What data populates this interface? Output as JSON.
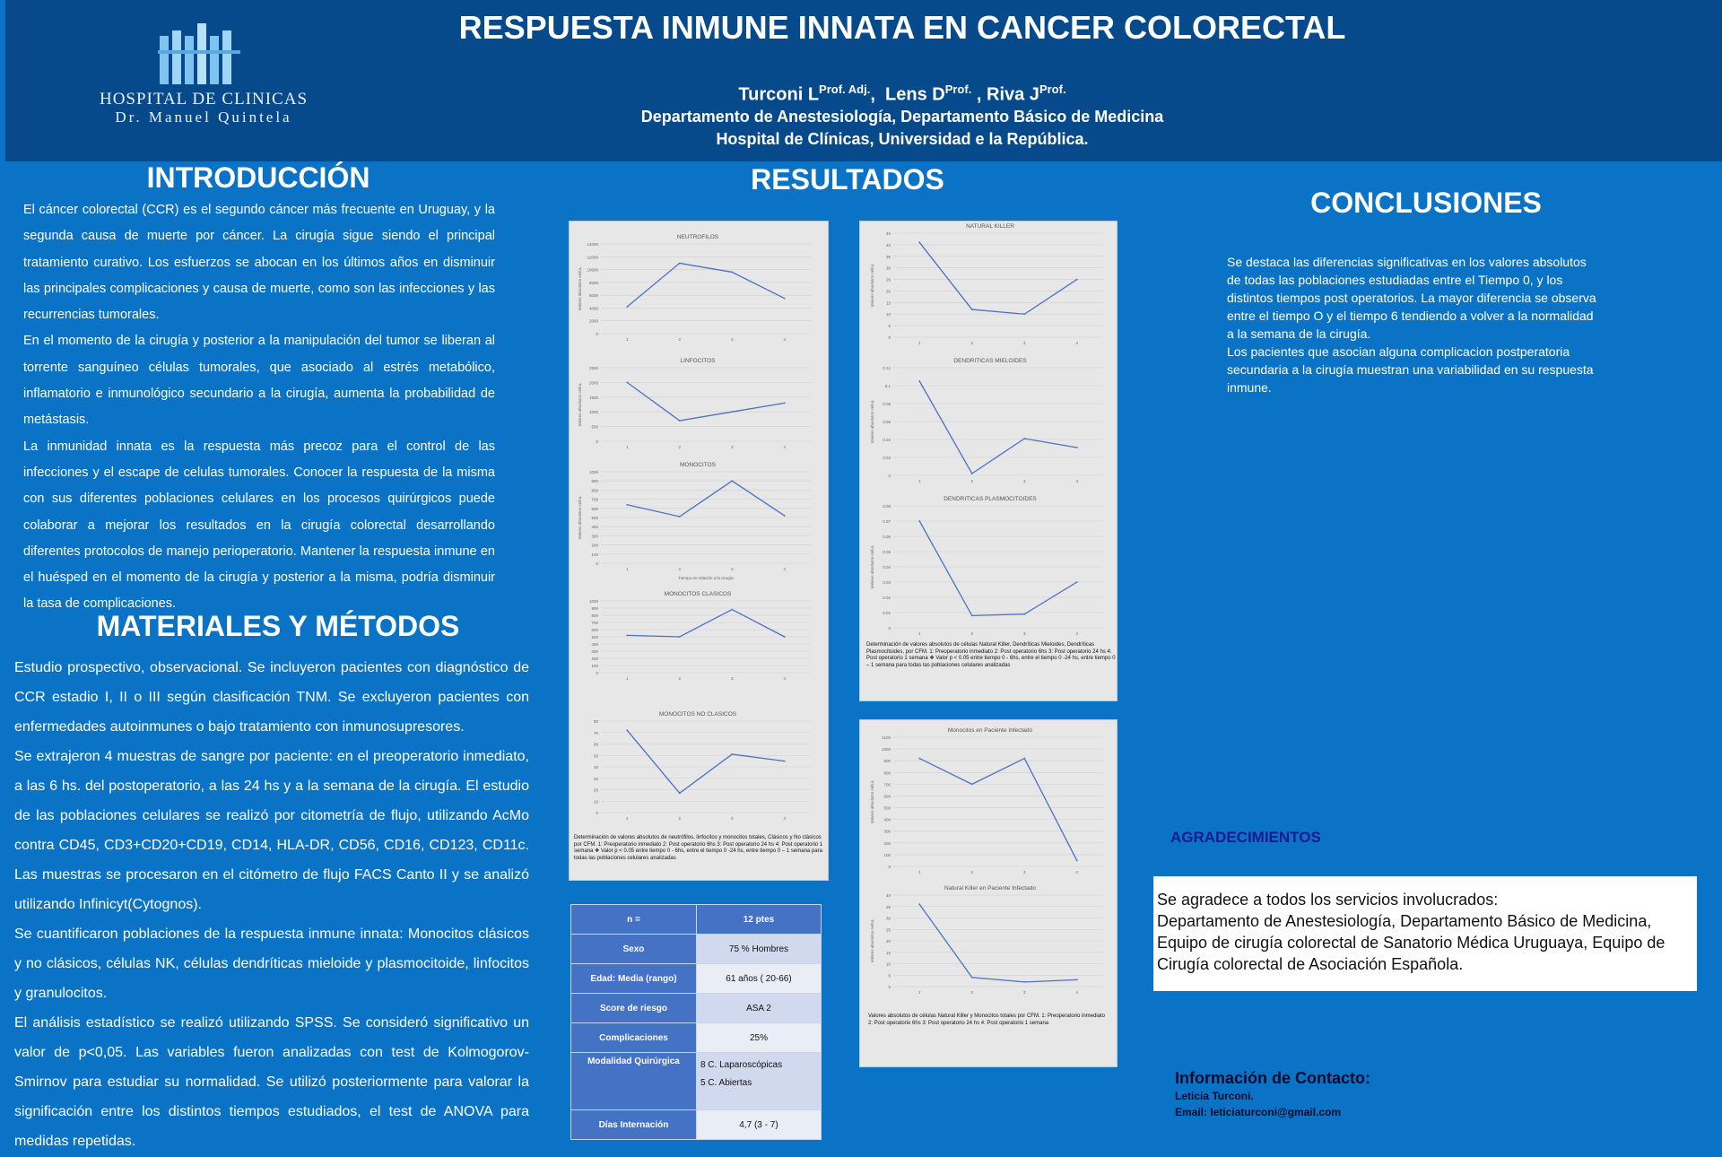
{
  "header": {
    "logo_line1": "HOSPITAL DE CLINICAS",
    "logo_line2": "Dr. Manuel Quintela",
    "title": "RESPUESTA INMUNE INNATA EN CANCER COLORECTAL",
    "author1": "Turconi L",
    "author1_sup": "Prof. Adj.",
    "author2": "Lens D",
    "author2_sup": "Prof.",
    "author3": "Riva J",
    "author3_sup": "Prof.",
    "department": "Departamento de Anestesiología, Departamento Básico de Medicina",
    "hospital": "Hospital de Clínicas, Universidad e la República."
  },
  "intro": {
    "heading": "INTRODUCCIÓN",
    "p1": "El cáncer colorectal (CCR) es el segundo cáncer más frecuente en Uruguay, y la segunda causa de muerte por cáncer. La cirugía sigue siendo el principal tratamiento curativo. Los esfuerzos se abocan en los últimos años en disminuir las principales complicaciones y causa de muerte, como son las infecciones y las recurrencias tumorales.",
    "p2": "En el momento de la cirugía y posterior a la manipulación del tumor se liberan al torrente sanguíneo células tumorales, que asociado al estrés metabólico, inflamatorio e inmunológico secundario a la cirugía, aumenta la probabilidad de metástasis.",
    "p3": "La inmunidad innata es la respuesta más precoz para el control de las infecciones y el escape de celulas tumorales.  Conocer la respuesta de la misma con sus diferentes poblaciones celulares en los procesos quirúrgicos puede colaborar a mejorar los resultados en la cirugía colorectal desarrollando diferentes protocolos de manejo perioperatorio. Mantener la respuesta inmune en el huésped en el momento de la cirugía y posterior a la misma, podría disminuir la tasa de complicaciones."
  },
  "methods": {
    "heading": "MATERIALES Y MÉTODOS",
    "p1": "Estudio prospectivo, observacional. Se incluyeron pacientes con diagnóstico de CCR estadio I, II o III según clasificación TNM. Se excluyeron pacientes con enfermedades autoinmunes o bajo tratamiento con inmunosupresores.",
    "p2": "Se extrajeron 4 muestras de sangre por paciente: en el preoperatorio inmediato, a las 6 hs. del postoperatorio, a las 24 hs y a la semana de la cirugía. El estudio de las poblaciones celulares se realizó por citometría de flujo, utilizando AcMo contra CD45, CD3+CD20+CD19, CD14, HLA-DR, CD56, CD16, CD123, CD11c. Las muestras se procesaron en el citómetro de flujo FACS Canto II y se analizó utilizando Infinicyt(Cytognos).",
    "p3": "Se cuantificaron poblaciones de la respuesta inmune innata: Monocitos clásicos y no clásicos, células NK, células dendríticas mieloide y plasmocitoide, linfocitos y granulocitos.",
    "p4": "El análisis estadístico se realizó utilizando SPSS. Se consideró significativo un valor de p<0,05. Las variables fueron analizadas con test de Kolmogorov-Smirnov para estudiar su normalidad. Se utilizó posteriormente para valorar la significación entre los distintos tiempos estudiados, el test de ANOVA para medidas repetidas."
  },
  "results": {
    "heading": "RESULTADOS",
    "panel1_caption": "Determinación de valores absolutos de neutrófilos, linfocitos y monocitos totales, Clásicos y No clásicos por CFM. 1: Preoperatorio inmediato 2: Post operatorio 6hs 3: Post operatorio 24 hs 4: Post operatorio 1 semana ❖ Valor p < 0.05 entre tiempo 0 - 6hs, entre el tiempo 0 -24 hs, entre tiempo 0 – 1 semana para todas las poblaciones celulares analizadas",
    "panel2_caption": "Determinación de valores absolutos de células Natural Killer, Dendríticas Mieloides, Dendríticas Plasmocitoides, por CFM. 1: Preoperatorio inmediato 2: Post operatorio 6hs 3: Post operatorio 24 hs 4: Post operatorio 1 semana ❖ Valor p < 0.05 entre tiempo 0 - 6hs, entre el tiempo 0 -24 hs, entre tiempo 0 – 1 semana para todas las poblaciones celulares analizadas",
    "panel3_caption": "Valores absolutos de células Natural Killer y Monocitos totales por CFM. 1: Preoperatorio inmediato 2: Post operatorio 6hs 3: Post operatorio 24 hs 4: Post operatorio 1 semana"
  },
  "chart_data": [
    {
      "type": "line",
      "title": "NEUTROFILOS",
      "categories": [
        "1",
        "2",
        "3",
        "4"
      ],
      "values": [
        4200,
        11000,
        9600,
        5500
      ],
      "ylim": [
        0,
        14000
      ],
      "yticks": [
        "0",
        "2000",
        "4000",
        "6000",
        "8000",
        "10000",
        "12000",
        "14000"
      ],
      "ylabel": "Valores absolutos cel/uL"
    },
    {
      "type": "line",
      "title": "LINFOCITOS",
      "categories": [
        "1",
        "2",
        "3",
        "4"
      ],
      "values": [
        2000,
        700,
        1000,
        1300
      ],
      "ylim": [
        0,
        2500
      ],
      "yticks": [
        "0",
        "500",
        "1000",
        "1500",
        "2000",
        "2500"
      ],
      "ylabel": "Valores absolutos cel/uL"
    },
    {
      "type": "line",
      "title": "MONOCITOS",
      "categories": [
        "1",
        "2",
        "3",
        "4"
      ],
      "values": [
        640,
        510,
        900,
        520
      ],
      "ylim": [
        0,
        1000
      ],
      "yticks": [
        "0",
        "100",
        "200",
        "300",
        "400",
        "500",
        "600",
        "700",
        "800",
        "900",
        "1000"
      ],
      "ylabel": "Valores absolutos cel/uL",
      "xlabel": "Tiempo en relación a la cirugía"
    },
    {
      "type": "line",
      "title": "MONOCITOS CLASICOS",
      "categories": [
        "1",
        "2",
        "3",
        "4"
      ],
      "values": [
        520,
        500,
        880,
        500
      ],
      "ylim": [
        0,
        1000
      ],
      "yticks": [
        "0",
        "100",
        "200",
        "300",
        "400",
        "500",
        "600",
        "700",
        "800",
        "900",
        "1000"
      ]
    },
    {
      "type": "line",
      "title": "MONOCITOS NO CLASICOS",
      "categories": [
        "1",
        "2",
        "3",
        "4"
      ],
      "values": [
        72,
        17,
        51,
        45
      ],
      "ylim": [
        0,
        80
      ],
      "yticks": [
        "0",
        "10",
        "20",
        "30",
        "40",
        "50",
        "60",
        "70",
        "80"
      ]
    },
    {
      "type": "line",
      "title": "NATURAL KILLER",
      "categories": [
        "1",
        "2",
        "3",
        "4"
      ],
      "values": [
        41,
        12,
        10,
        25
      ],
      "ylim": [
        0,
        45
      ],
      "yticks": [
        "0",
        "5",
        "10",
        "15",
        "20",
        "25",
        "30",
        "35",
        "40",
        "45"
      ],
      "ylabel": "Valores absolutos cel/uL"
    },
    {
      "type": "line",
      "title": "DENDRITICAS MIELOIDES",
      "categories": [
        "1",
        "2",
        "3",
        "4"
      ],
      "values": [
        0.105,
        0.002,
        0.041,
        0.031
      ],
      "ylim": [
        0,
        0.12
      ],
      "yticks": [
        "0",
        "0.02",
        "0.04",
        "0.06",
        "0.08",
        "0.1",
        "0.12"
      ],
      "ylabel": "Valores absolutos cel/uL"
    },
    {
      "type": "line",
      "title": "DENDRITICAS PLASMOCITOIDES",
      "categories": [
        "1",
        "2",
        "3",
        "4"
      ],
      "values": [
        0.07,
        0.008,
        0.009,
        0.03
      ],
      "ylim": [
        0,
        0.08
      ],
      "yticks": [
        "0",
        "0.01",
        "0.02",
        "0.03",
        "0.04",
        "0.05",
        "0.06",
        "0.07",
        "0.08"
      ],
      "ylabel": "Valores absolutos cel/uL"
    },
    {
      "type": "line",
      "title": "Monocitos en Paciente Infectado",
      "categories": [
        "1",
        "2",
        "3",
        "4"
      ],
      "values": [
        920,
        700,
        920,
        50
      ],
      "ylim": [
        0,
        1100
      ],
      "yticks": [
        "0",
        "100",
        "200",
        "300",
        "400",
        "500",
        "600",
        "700",
        "800",
        "900",
        "1000",
        "1100"
      ],
      "ylabel": "Valores absolutos cel/uL"
    },
    {
      "type": "line",
      "title": "Natural Killer en Paciente Infectado",
      "categories": [
        "1",
        "2",
        "3",
        "4"
      ],
      "values": [
        36,
        4,
        2,
        3
      ],
      "ylim": [
        0,
        40
      ],
      "yticks": [
        "0",
        "5",
        "10",
        "15",
        "20",
        "25",
        "30",
        "35",
        "40"
      ],
      "ylabel": "Valores absolutos cel/uL"
    }
  ],
  "table": {
    "rows": [
      {
        "k": "n =",
        "v": "12 ptes"
      },
      {
        "k": "Sexo",
        "v": "75 % Hombres"
      },
      {
        "k": "Edad: Media (rango)",
        "v": "61 años ( 20-66)"
      },
      {
        "k": "Score de riesgo",
        "v": "ASA 2"
      },
      {
        "k": "Complicaciones",
        "v": "25%"
      },
      {
        "k": "Modalidad Quirúrgica",
        "v": "8 C. Laparoscópicas",
        "v2": "5 C. Abiertas"
      },
      {
        "k": "Días Internación",
        "v": "4,7 (3  - 7)"
      }
    ]
  },
  "conclusions": {
    "heading": "CONCLUSIONES",
    "p1": "Se destaca las diferencias significativas en los valores absolutos de todas las poblaciones estudiadas entre  el Tiempo 0, y los distintos tiempos post operatorios. La mayor diferencia se observa entre el tiempo O y el tiempo 6 tendiendo a volver a la normalidad a la semana de la cirugía.",
    "p2": "Los pacientes que asocian alguna complicacion postperatoria secundaria a la cirugía muestran una variabilidad en su respuesta inmune."
  },
  "thanks": {
    "heading": "AGRADECIMIENTOS",
    "line1": "Se agradece a todos los servicios involucrados:",
    "line2": "Departamento de Anestesiología, Departamento Básico de Medicina, Equipo de cirugía colorectal de Sanatorio Médica Uruguaya, Equipo de Cirugía colorectal de Asociación Española."
  },
  "contact": {
    "heading": "Información de Contacto:",
    "name": "Leticia Turconi.",
    "email": "Email: leticiaturconi@gmail.com"
  },
  "colors": {
    "header": "#064a8c",
    "background": "#0b73c5",
    "line": "#4a72c4",
    "table_key": "#4472c4"
  }
}
